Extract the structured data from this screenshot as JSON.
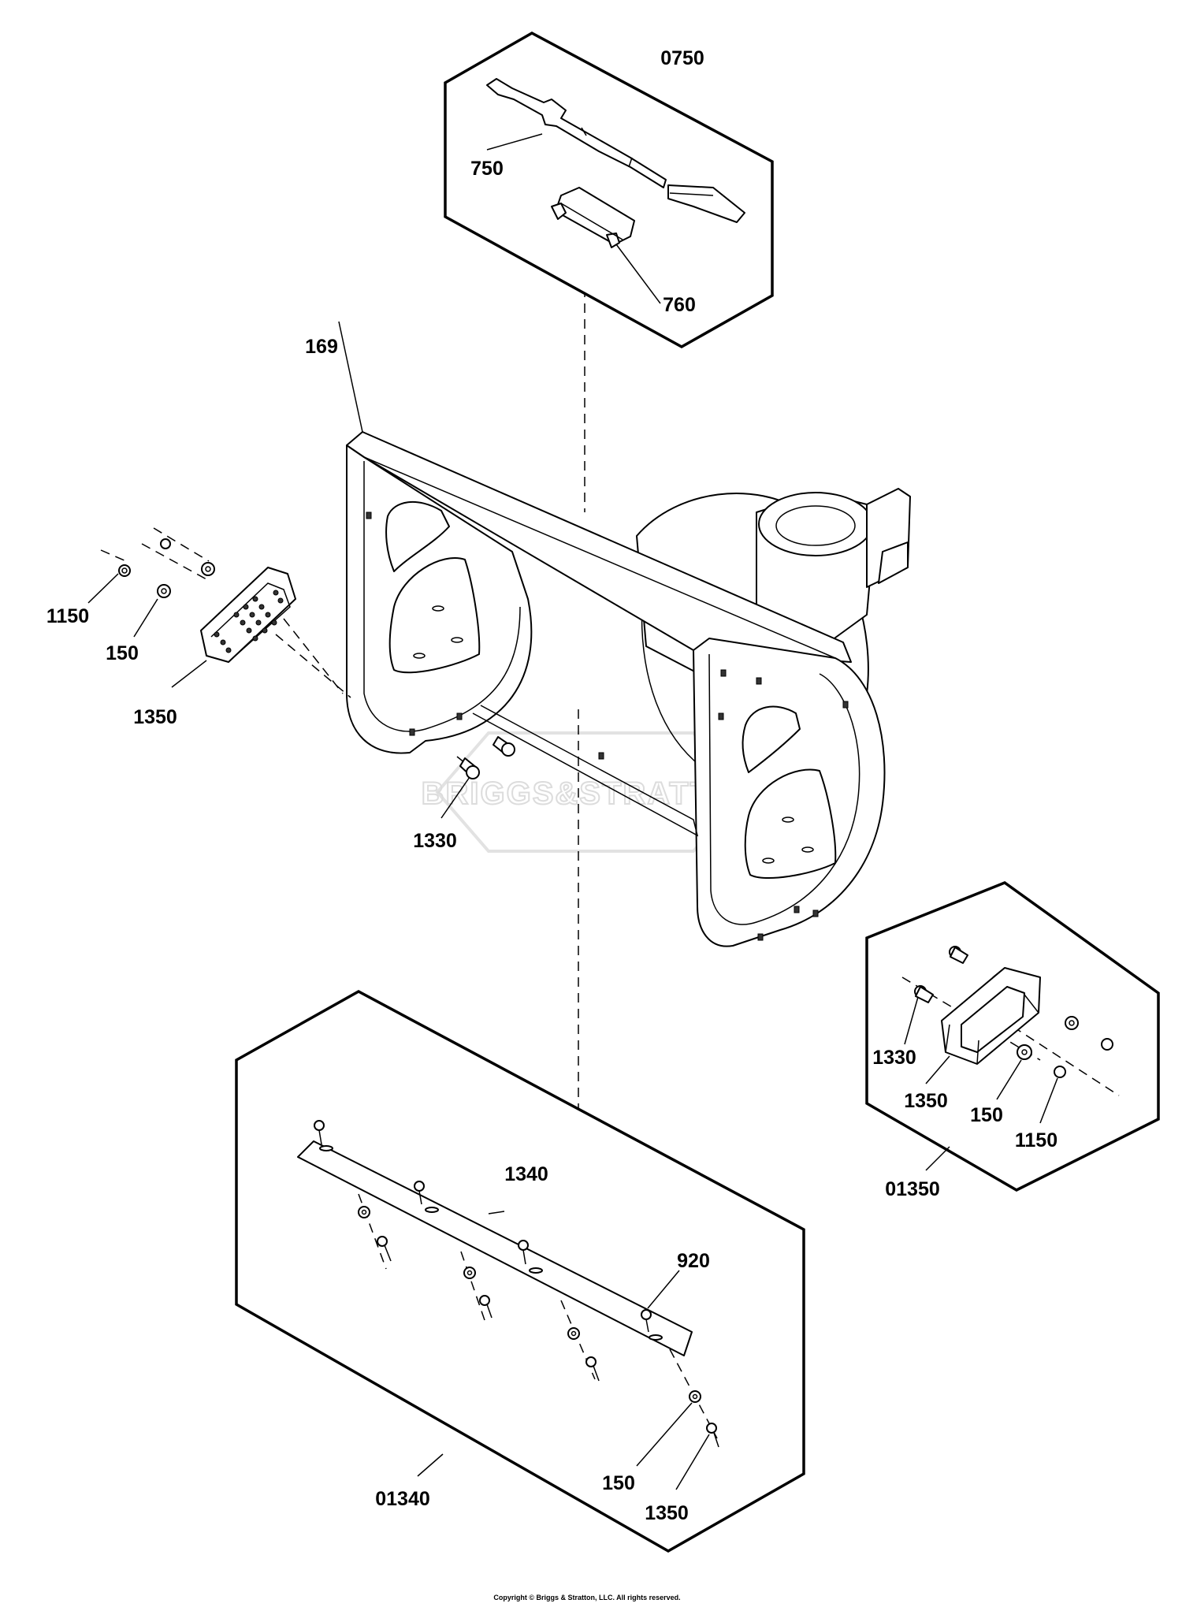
{
  "labels": {
    "kit_0750": "0750",
    "p750": "750",
    "p760": "760",
    "p169": "169",
    "p1150_left": "1150",
    "p150_left": "150",
    "p1350_left": "1350",
    "p1330_center": "1330",
    "p1330_right": "1330",
    "p1350_right": "1350",
    "p150_right": "150",
    "p1150_right": "1150",
    "kit_01350": "01350",
    "p1340": "1340",
    "p920": "920",
    "p150_bottom": "150",
    "p1350_bottom": "1350",
    "kit_01340": "01340"
  },
  "watermark": "BRIGGS&STRATTON",
  "copyright": "Copyright © Briggs & Stratton, LLC. All rights reserved."
}
